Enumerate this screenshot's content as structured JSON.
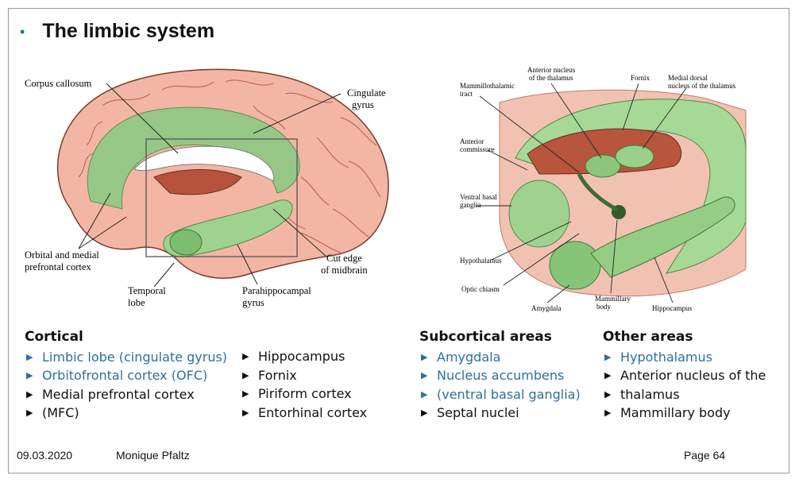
{
  "slide": {
    "title": "The limbic system",
    "left_figure": {
      "labels": {
        "corpus_callosum": "Corpus callosum",
        "cingulate_1": "Cingulate",
        "cingulate_2": "gyrus",
        "orbital_1": "Orbital and medial",
        "orbital_2": "prefrontal cortex",
        "temporal_1": "Temporal",
        "temporal_2": "lobe",
        "parahippo_1": "Parahippocampal",
        "parahippo_2": "gyrus",
        "cutedge_1": "Cut edge",
        "cutedge_2": "of midbrain"
      }
    },
    "right_figure": {
      "labels": {
        "anterior_nucleus_1": "Anterior nucleus",
        "anterior_nucleus_2": "of the thalamus",
        "fornix": "Fornix",
        "medial_dorsal_1": "Medial dorsal",
        "medial_dorsal_2": "nucleus of the thalamus",
        "mammillothalamic_1": "Mammillothalamic",
        "mammillothalamic_2": "tract",
        "anterior_commissure_1": "Anterior",
        "anterior_commissure_2": "commissure",
        "ventral_basal_1": "Ventral basal",
        "ventral_basal_2": "ganglia",
        "hypothalamus": "Hypothalamus",
        "optic_chiasm": "Optic chiasm",
        "amygdala": "Amygdala",
        "mammillary_1": "Mammillary",
        "mammillary_2": "body",
        "hippocampus": "Hippocampus"
      }
    },
    "columns": {
      "cortical": {
        "heading": "Cortical",
        "items": [
          "Limbic lobe (cingulate gyrus)",
          "Orbitofrontal cortex (OFC)",
          "Medial prefrontal cortex",
          "(MFC)"
        ]
      },
      "cortical2": {
        "items": [
          "Hippocampus",
          "Fornix",
          "Piriform cortex",
          "Entorhinal cortex"
        ]
      },
      "subcortical": {
        "heading": "Subcortical areas",
        "items": [
          "Amygdala",
          "Nucleus accumbens",
          "(ventral basal ganglia)",
          "Septal nuclei"
        ]
      },
      "other": {
        "heading": "Other areas",
        "items": [
          "Hypothalamus",
          "Anterior nucleus of the",
          "thalamus",
          "Mammillary body"
        ]
      }
    },
    "footer": {
      "date": "09.03.2020",
      "author": "Monique Pfaltz",
      "page": "Page 64"
    }
  }
}
